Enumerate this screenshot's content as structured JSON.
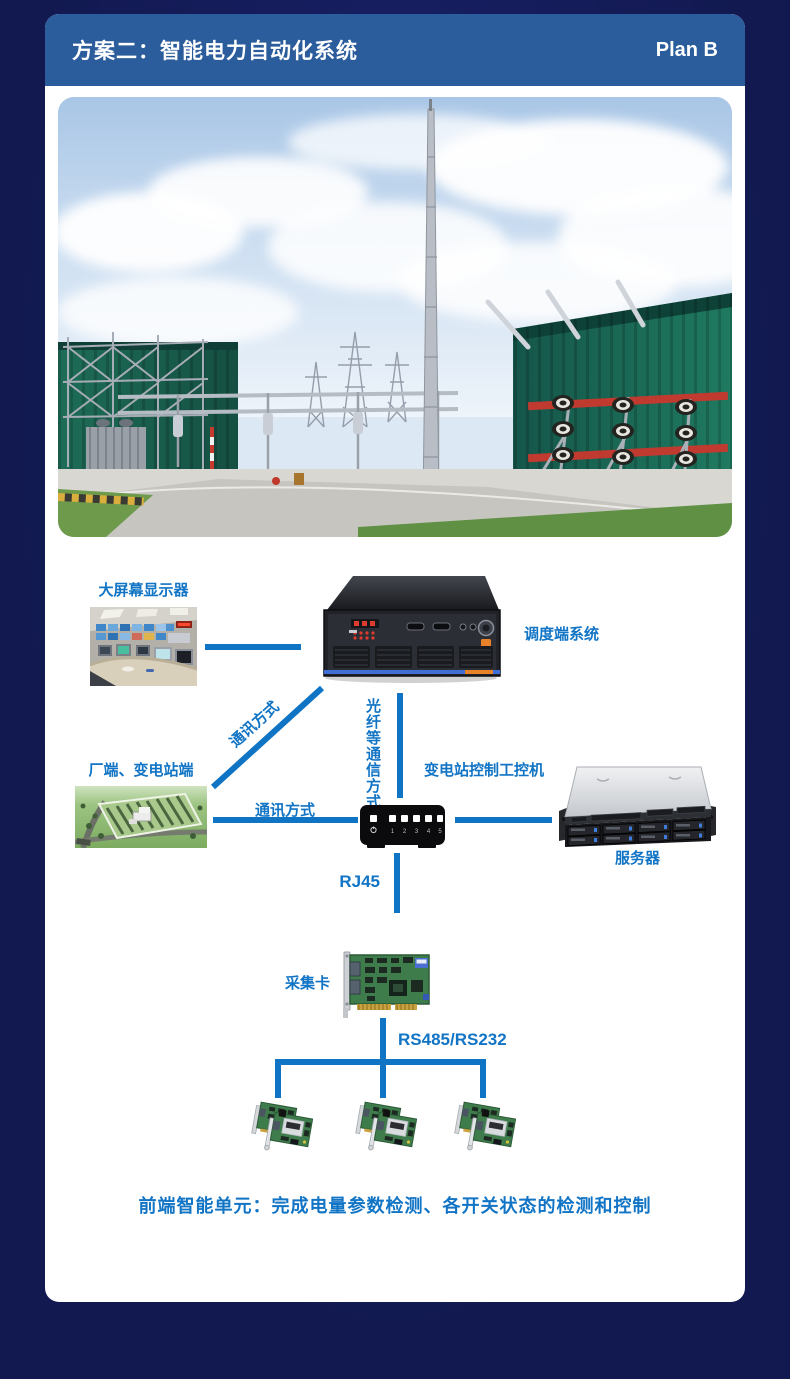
{
  "colors": {
    "page_bg": "#141b5a",
    "header_bg": "#2b5c9b",
    "card_bg": "#ffffff",
    "accent_blue": "#1174c5"
  },
  "header": {
    "title": "方案二：智能电力自动化系统",
    "plan_label": "Plan B"
  },
  "diagram": {
    "display_wall_label": "大屏幕显示器",
    "dispatch_label": "调度端系统",
    "plant_label": "厂端、变电站端",
    "comm_diagonal_label": "通讯方式",
    "fiber_vertical_label": "光纤等通信方式",
    "ipc_label": "变电站控制工控机",
    "comm_horizontal_label": "通讯方式",
    "server_label": "服务器",
    "rj45_label": "RJ45",
    "capture_card_label": "采集卡",
    "rs485_label": "RS485/RS232",
    "switch_ports": [
      "1",
      "2",
      "3",
      "4",
      "5"
    ],
    "footer_note": "前端智能单元：完成电量参数检测、各开关状态的检测和控制"
  }
}
